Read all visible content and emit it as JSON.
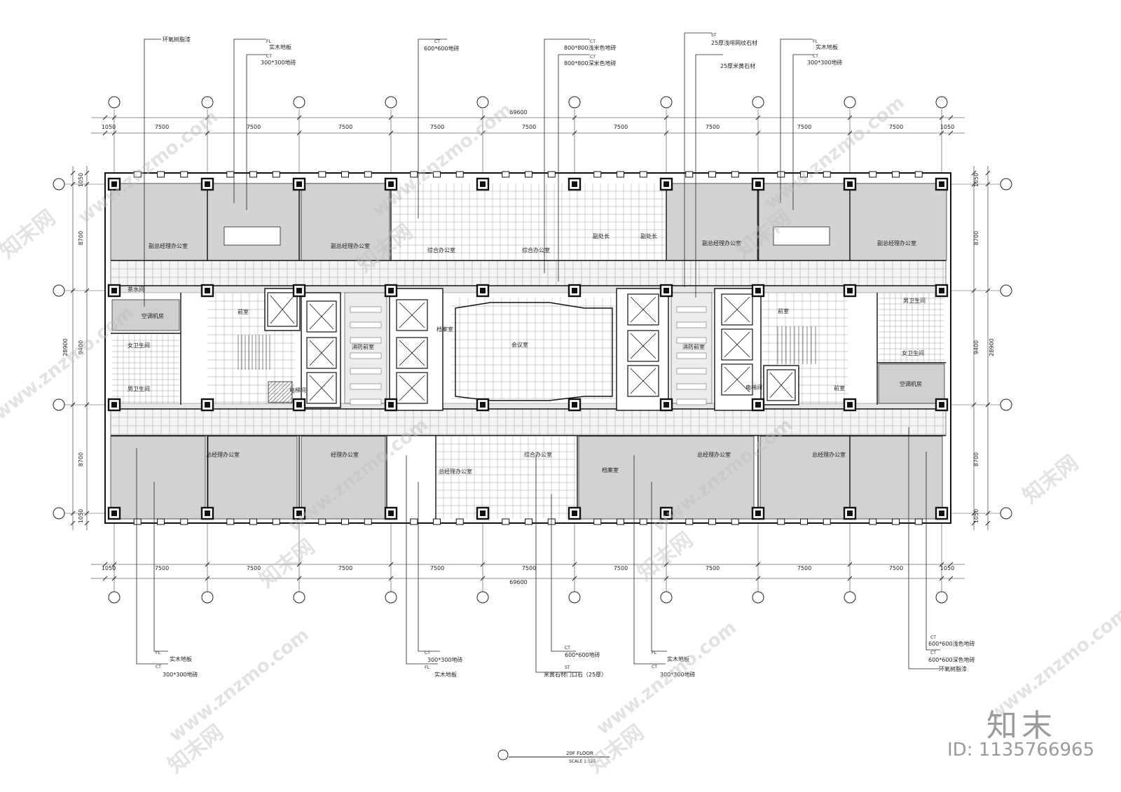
{
  "drawing": {
    "overall_dim": "69600",
    "bay_dim": "7500",
    "edge_dim": "1050",
    "right_dims": [
      "1050",
      "8700",
      "9400",
      "8700",
      "1050"
    ],
    "total_height_dim": "28900",
    "title": "20F FLOOR",
    "scale": "SCALE 1:125"
  },
  "material_codes": {
    "fl": "FL",
    "ct": "CT",
    "st": "ST"
  },
  "callouts_top": {
    "epoxy": "环氧树脂漆",
    "wood": "实木地板",
    "tile300": "300*300地砖",
    "tile600": "600*600地砖",
    "tile800a": "800*800浅米色地砖",
    "tile800b": "800*800深米色地砖",
    "stone25a": "25厚浅啡网纹石材",
    "stone25b": "25厚米黄石材"
  },
  "callouts_bottom": {
    "wood": "实木地板",
    "tile300": "300*300地砖",
    "tile600": "600*600地砖",
    "threshold": "米黄石材门口石（25厚）",
    "tile600light": "600*600浅色地砖",
    "tile600dark": "600*600深色地砖",
    "epoxy": "环氧树脂漆"
  },
  "rooms": {
    "r1": "副总经理办公室",
    "r2": "副总经理办公室",
    "r3": "综合办公室",
    "r4": "综合办公室",
    "r5": "副处长",
    "r6": "副处长",
    "r7": "副总经理办公室",
    "r8": "副总经理办公室",
    "r9": "会议室",
    "r10": "档案室",
    "r11": "消防前室",
    "r12": "前室",
    "r13": "消防前室",
    "r14": "前室",
    "r15": "女卫生间",
    "r16": "男卫生间",
    "r17": "男卫生间",
    "r18": "女卫生间",
    "r19": "总经理办公室",
    "r20": "经理办公室",
    "r21": "综合办公室",
    "r22": "总经理办公室",
    "r23": "档案室",
    "r24": "总经理办公室",
    "r25": "总经理办公室",
    "r26": "电梯间",
    "r27": "电梯间",
    "r28": "茶水间",
    "r29": "空调机房",
    "r30": "空调机房",
    "r31": "前室"
  },
  "watermark": "www.znzmo.com",
  "watermark_brand": "知末网",
  "logo": {
    "word": "知末",
    "id": "ID: 1135766965"
  }
}
